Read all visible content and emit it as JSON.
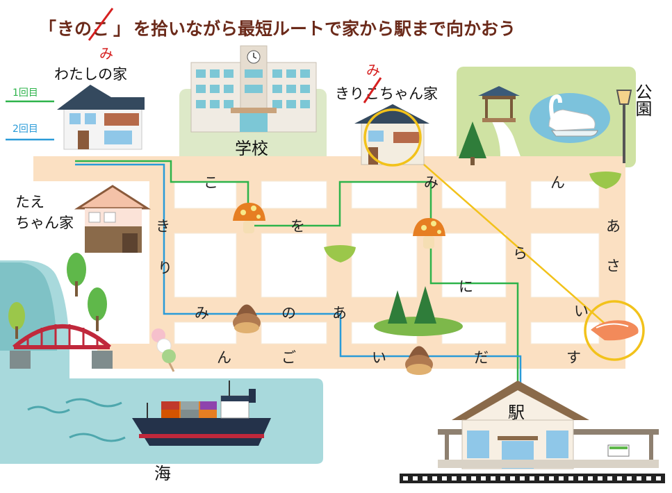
{
  "title": {
    "open_bracket": "「",
    "word_prefix": "きの",
    "struck_char": "こ",
    "correction": "み",
    "close_bracket": "」",
    "rest": "を拾いながら最短ルートで家から駅まで向かおう"
  },
  "legend": {
    "first": "1回目",
    "second": "2回目",
    "first_color": "#2db34a",
    "second_color": "#2a9bd8",
    "highlight_color": "#f2c21b"
  },
  "places": {
    "my_house": "わたしの家",
    "school": "学校",
    "kiriko_house": {
      "prefix": "きり",
      "struck_char": "こ",
      "correction": "み",
      "suffix": "ちゃん家"
    },
    "park": "公園",
    "tae_house_line1": "たえ",
    "tae_house_line2": "ちゃん家",
    "sea": "海",
    "station": "駅"
  },
  "grid_chars": {
    "row1": [
      "こ",
      "み",
      "ん"
    ],
    "row2": [
      "を"
    ],
    "col_left": [
      "き",
      "り"
    ],
    "right_col": [
      "あ",
      "さ",
      "い"
    ],
    "row3": [
      "み",
      "の",
      "あ"
    ],
    "row4": [
      "ん",
      "ご",
      "い",
      "だ",
      "す"
    ],
    "middle": [
      "ら",
      "に"
    ]
  },
  "icons": [
    "mushroom-icon",
    "chestnut-icon",
    "ginkgo-leaf-icon",
    "salmon-icon",
    "dango-icon",
    "tree-icon",
    "swan-boat-icon",
    "ship-icon",
    "bridge-icon",
    "clock-icon"
  ]
}
